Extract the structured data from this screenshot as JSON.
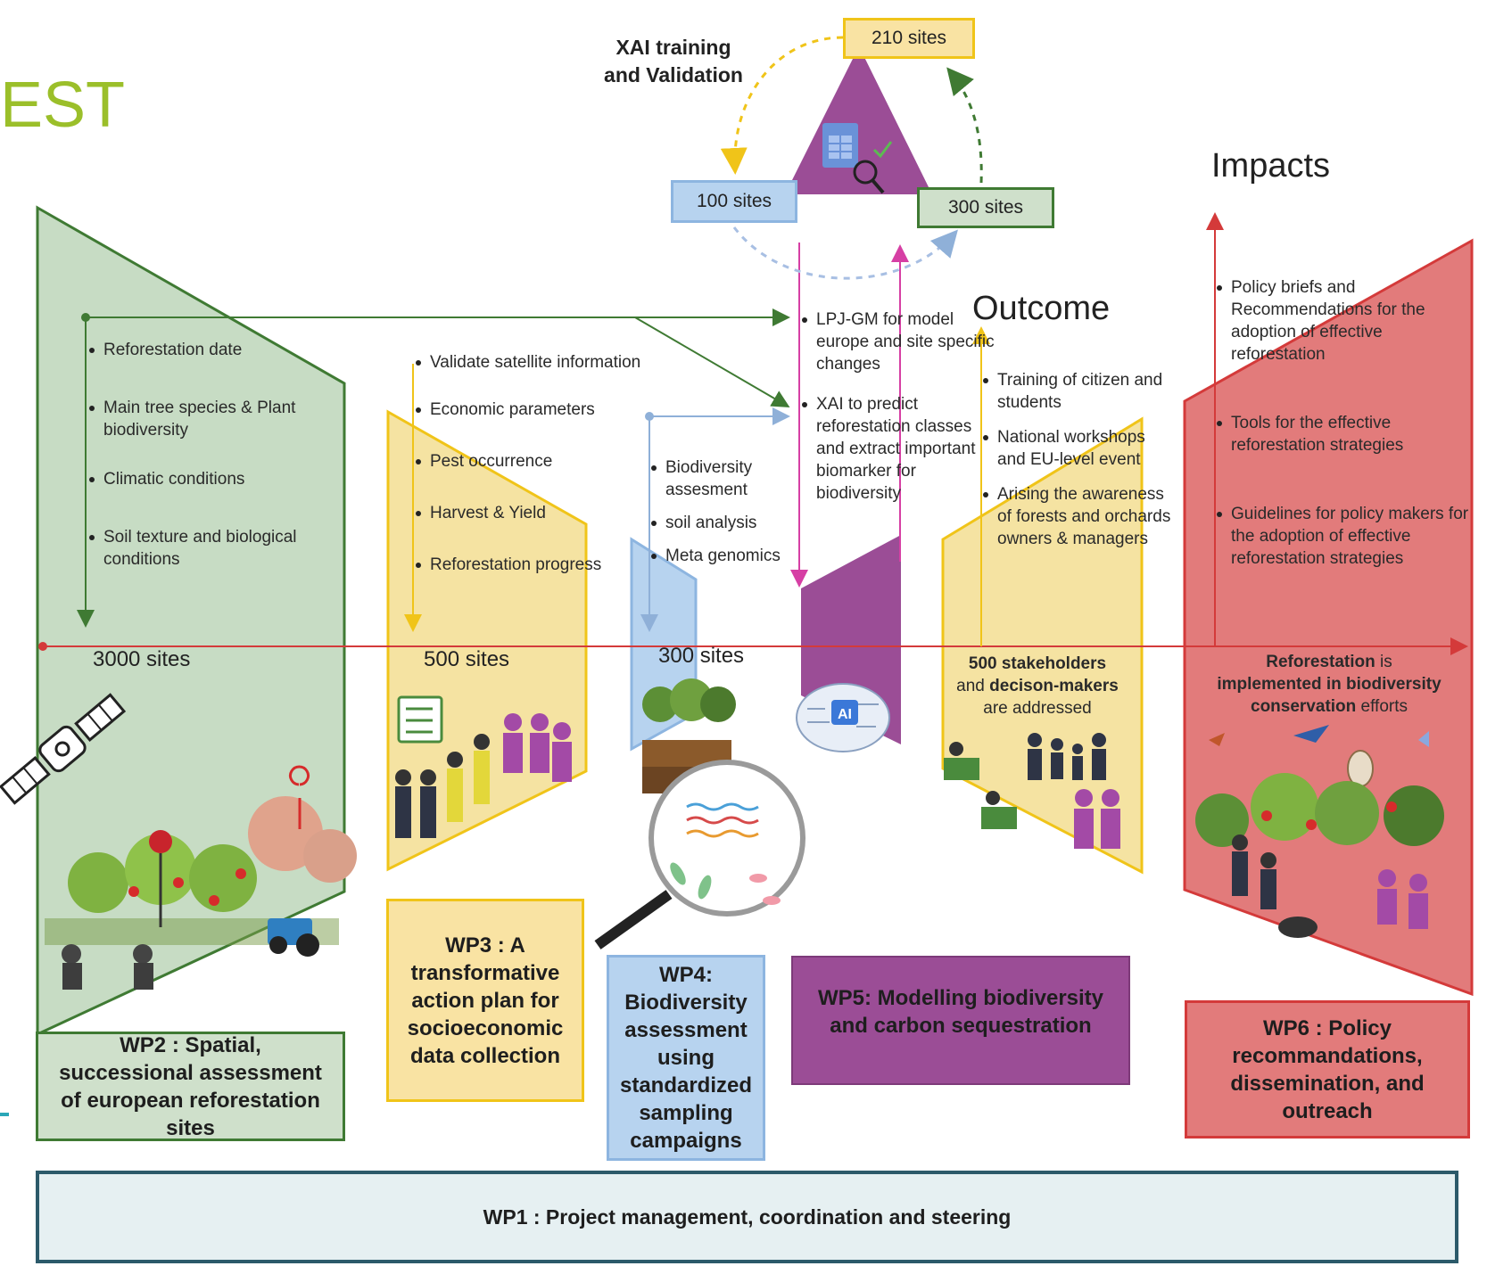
{
  "title_fragment": "EST",
  "xai": {
    "title_line1": "XAI training",
    "title_line2": "and Validation",
    "site_210": "210 sites",
    "site_100": "100 sites",
    "site_300": "300 sites"
  },
  "headings": {
    "impacts": "Impacts",
    "outcome": "Outcome"
  },
  "wp2": {
    "bullets": [
      "Reforestation date",
      "Main tree species & Plant biodiversity",
      "Climatic conditions",
      "Soil texture and biological conditions"
    ],
    "sites": "3000 sites",
    "label": "WP2 : Spatial, successional assessment of european reforestation sites"
  },
  "wp3": {
    "bullets": [
      "Validate satellite information",
      "Economic parameters",
      "Pest occurrence",
      "Harvest & Yield",
      "Reforestation progress"
    ],
    "sites": "500 sites",
    "label": "WP3 : A transformative action plan for socioeconomic data collection"
  },
  "wp4": {
    "bullets": [
      "Biodiversity assesment",
      "soil analysis",
      "Meta genomics"
    ],
    "sites": "300 sites",
    "label": "WP4: Biodiversity assessment using standardized sampling campaigns"
  },
  "wp5": {
    "bullets": [
      "LPJ-GM for model europe and site specific changes",
      "XAI to predict reforestation classes and extract important biomarker for biodiversity"
    ],
    "ai_badge": "AI",
    "label": "WP5: Modelling biodiversity and carbon sequestration"
  },
  "outcome": {
    "bullets": [
      "Training of citizen and students",
      "National workshops and EU-level event",
      "Arising the awareness of forests and orchards owners & managers"
    ],
    "stakeholders_bold1": "500 stakeholders",
    "stakeholders_mid": "and ",
    "stakeholders_bold2": "decison-makers",
    "stakeholders_end": "are addressed"
  },
  "impacts": {
    "bullets": [
      "Policy briefs and Recommendations for the adoption of effective reforestation",
      "Tools for the effective reforestation strategies",
      "Guidelines for policy makers for the adoption of effective reforestation strategies"
    ],
    "line1_bold": "Reforestation",
    "line1_rest": " is",
    "line2_bold": "implemented in biodiversity",
    "line3_bold": "conservation",
    "line3_rest": " efforts",
    "label": "WP6 : Policy recommandations, dissemination, and outreach"
  },
  "wp1": {
    "label": "WP1 : Project management, coordination and steering"
  },
  "colors": {
    "green_fill": "#c7dcc4",
    "green_stroke": "#3f7a33",
    "yellow_fill": "#f5e3a2",
    "yellow_stroke": "#f0c419",
    "blue_fill": "#b7d3ef",
    "blue_stroke": "#8db5e0",
    "purple_fill": "#9b4d96",
    "pink_arrow": "#d63fa4",
    "red_fill": "#e27b7b",
    "red_stroke": "#d43a3a",
    "wp1_fill": "#e6f0f2",
    "wp1_stroke": "#2c5a6a"
  }
}
